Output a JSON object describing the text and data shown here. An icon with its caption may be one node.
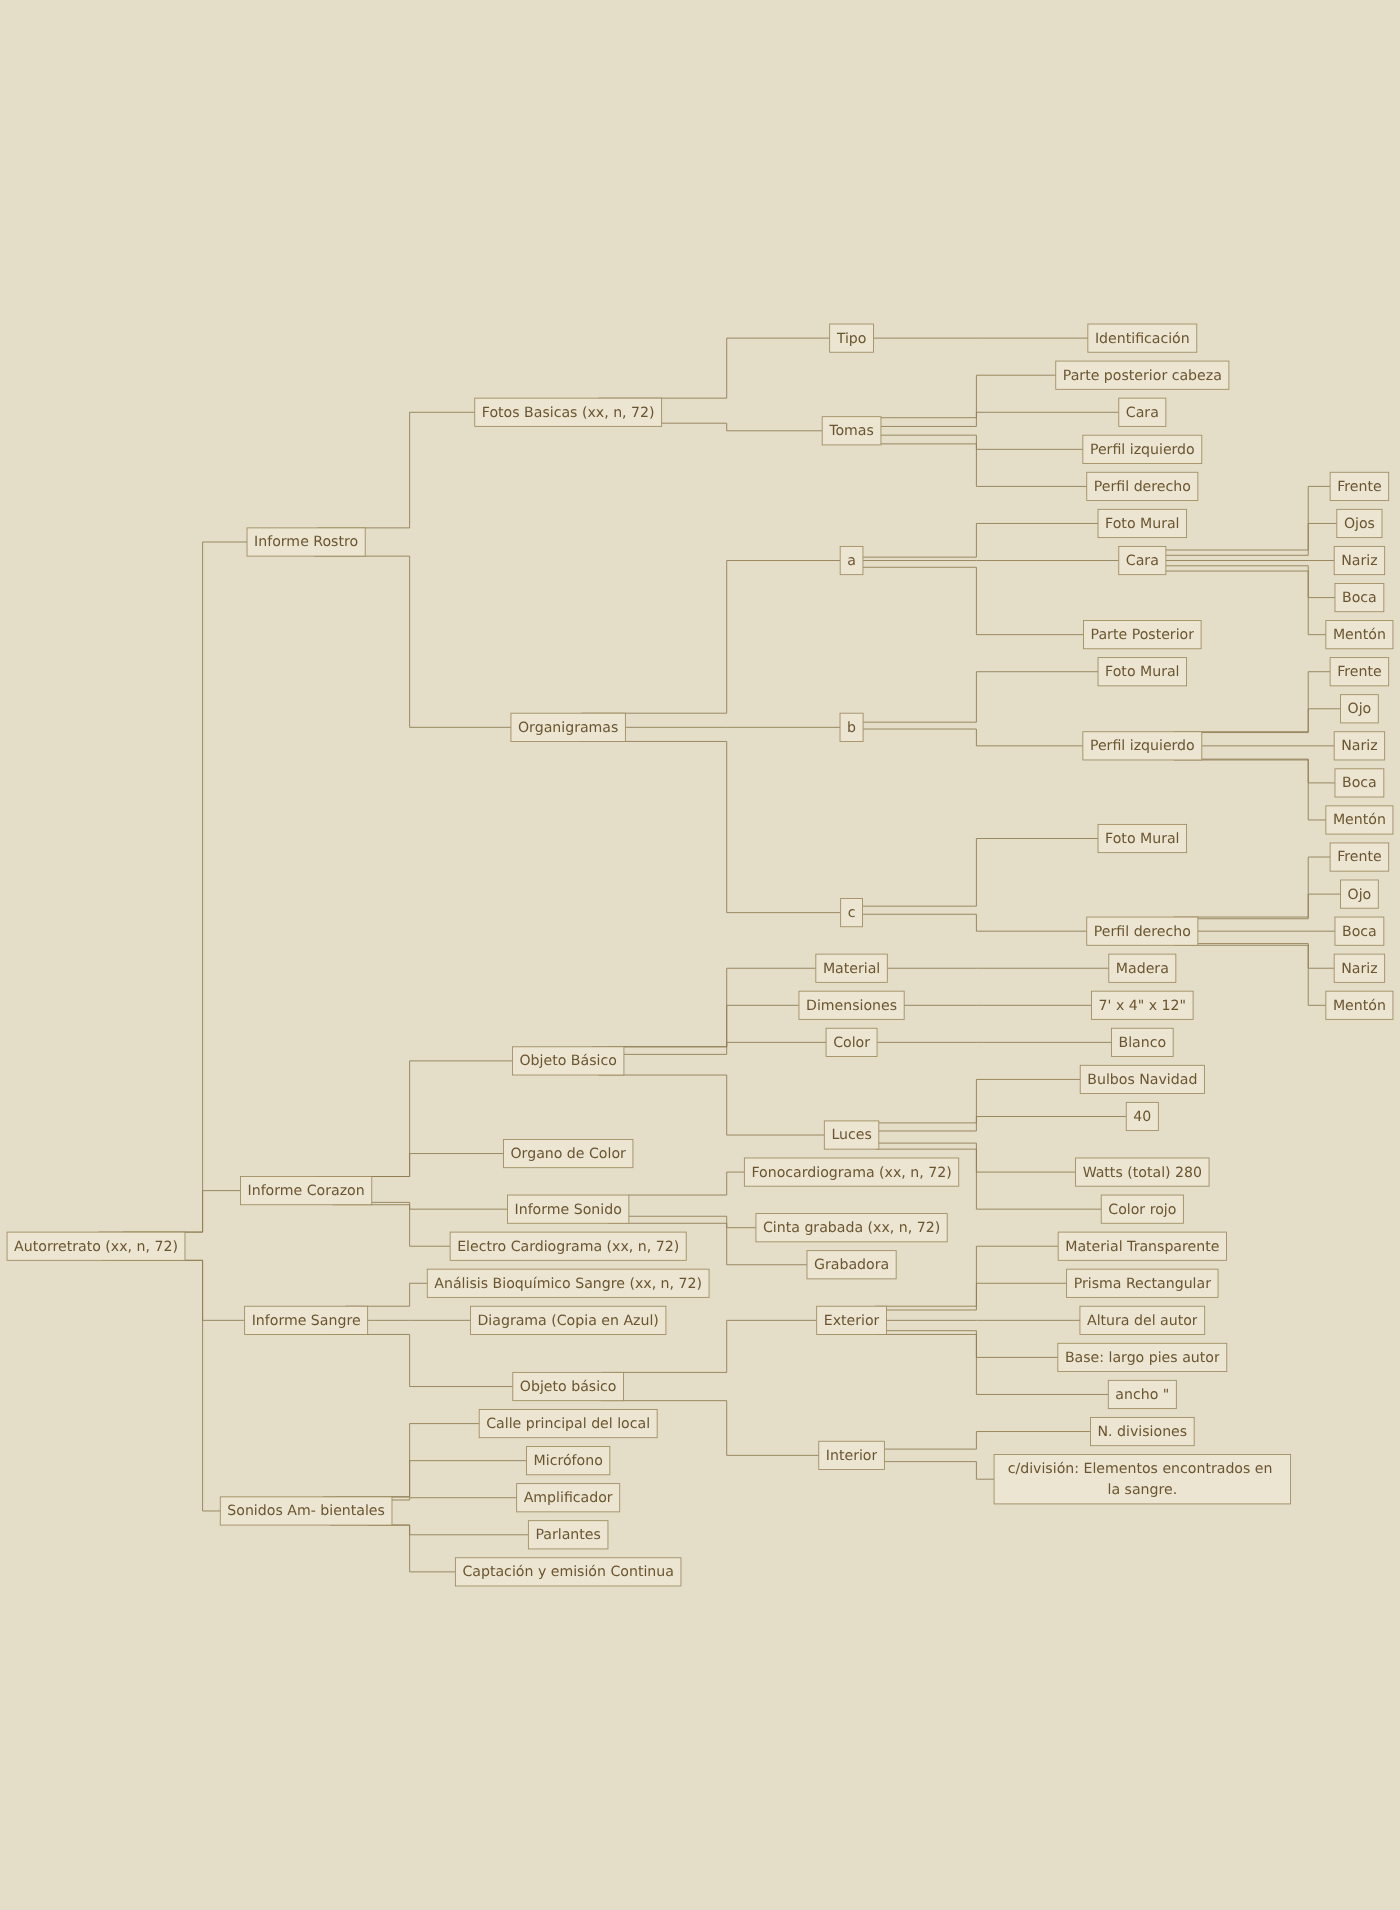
{
  "diagram": {
    "nodes": [
      {
        "text": [
          "Autorretrato (xx, n, 72)"
        ]
      },
      {
        "text": [
          "Informe Rostro"
        ]
      },
      {
        "text": [
          "Fotos Basicas (xx, n, 72)"
        ]
      },
      {
        "text": [
          "Tipo"
        ]
      },
      {
        "text": [
          "Identificación"
        ]
      },
      {
        "text": [
          "Tomas"
        ]
      },
      {
        "text": [
          "Parte posterior cabeza"
        ]
      },
      {
        "text": [
          "Cara"
        ]
      },
      {
        "text": [
          "Perfil izquierdo"
        ]
      },
      {
        "text": [
          "Perfil derecho"
        ]
      },
      {
        "text": [
          "Organigramas"
        ]
      },
      {
        "text": [
          "a"
        ]
      },
      {
        "text": [
          "Foto Mural"
        ]
      },
      {
        "text": [
          "Cara"
        ]
      },
      {
        "text": [
          "Frente"
        ]
      },
      {
        "text": [
          "Ojos"
        ]
      },
      {
        "text": [
          "Nariz"
        ]
      },
      {
        "text": [
          "Boca"
        ]
      },
      {
        "text": [
          "Mentón"
        ]
      },
      {
        "text": [
          "Parte Posterior"
        ]
      },
      {
        "text": [
          "b"
        ]
      },
      {
        "text": [
          "Foto Mural"
        ]
      },
      {
        "text": [
          "Perfil izquierdo"
        ]
      },
      {
        "text": [
          "Frente"
        ]
      },
      {
        "text": [
          "Ojo"
        ]
      },
      {
        "text": [
          "Nariz"
        ]
      },
      {
        "text": [
          "Boca"
        ]
      },
      {
        "text": [
          "Mentón"
        ]
      },
      {
        "text": [
          "c"
        ]
      },
      {
        "text": [
          "Foto Mural"
        ]
      },
      {
        "text": [
          "Perfil derecho"
        ]
      },
      {
        "text": [
          "Frente"
        ]
      },
      {
        "text": [
          "Ojo"
        ]
      },
      {
        "text": [
          "Boca"
        ]
      },
      {
        "text": [
          "Nariz"
        ]
      },
      {
        "text": [
          "Mentón"
        ]
      },
      {
        "text": [
          "Informe Corazon"
        ]
      },
      {
        "text": [
          "Objeto Básico"
        ]
      },
      {
        "text": [
          "Material"
        ]
      },
      {
        "text": [
          "Madera"
        ]
      },
      {
        "text": [
          "Dimensiones"
        ]
      },
      {
        "text": [
          "7' x 4\" x 12\""
        ]
      },
      {
        "text": [
          "Color"
        ]
      },
      {
        "text": [
          "Blanco"
        ]
      },
      {
        "text": [
          "Luces"
        ]
      },
      {
        "text": [
          "Bulbos Navidad"
        ]
      },
      {
        "text": [
          "40"
        ]
      },
      {
        "text": [
          "Watts (total) 280"
        ]
      },
      {
        "text": [
          "Color rojo"
        ]
      },
      {
        "text": [
          "Organo de Color"
        ]
      },
      {
        "text": [
          "Informe Sonido"
        ]
      },
      {
        "text": [
          "Fonocardiograma (xx, n, 72)"
        ]
      },
      {
        "text": [
          "Cinta grabada (xx, n, 72)"
        ]
      },
      {
        "text": [
          "Grabadora"
        ]
      },
      {
        "text": [
          "Electro Cardiograma (xx, n, 72)"
        ]
      },
      {
        "text": [
          "Informe Sangre"
        ]
      },
      {
        "text": [
          "Análisis Bioquímico Sangre (xx, n, 72)"
        ]
      },
      {
        "text": [
          "Diagrama (Copia en Azul)"
        ]
      },
      {
        "text": [
          "Objeto básico"
        ]
      },
      {
        "text": [
          "Exterior"
        ]
      },
      {
        "text": [
          "Material Transparente"
        ]
      },
      {
        "text": [
          "Prisma Rectangular"
        ]
      },
      {
        "text": [
          "Altura del autor"
        ]
      },
      {
        "text": [
          "Base: largo pies autor"
        ]
      },
      {
        "text": [
          "ancho \""
        ]
      },
      {
        "text": [
          "Interior"
        ]
      },
      {
        "text": [
          "N. divisiones"
        ]
      },
      {
        "text": [
          "c/división: Elementos encontrados en la sangre."
        ]
      },
      {
        "text": [
          "Sonidos Am- bientales"
        ]
      },
      {
        "text": [
          "Calle principal del local"
        ]
      },
      {
        "text": [
          "Micrófono"
        ]
      },
      {
        "text": [
          "Amplificador"
        ]
      },
      {
        "text": [
          "Parlantes"
        ]
      },
      {
        "text": [
          "Captación y emisión Continua"
        ]
      }
    ],
    "edges": [
      {
        "from": 0,
        "to": 1,
        "arrow": "none"
      },
      {
        "from": 1,
        "to": 2,
        "arrow": "none"
      },
      {
        "from": 2,
        "to": 3,
        "arrow": "none"
      },
      {
        "from": 3,
        "to": 4,
        "arrow": "none"
      },
      {
        "from": 2,
        "to": 5,
        "arrow": "none"
      },
      {
        "from": 5,
        "to": 6,
        "arrow": "none"
      },
      {
        "from": 5,
        "to": 7,
        "arrow": "none"
      },
      {
        "from": 5,
        "to": 8,
        "arrow": "none"
      },
      {
        "from": 5,
        "to": 9,
        "arrow": "none"
      },
      {
        "from": 1,
        "to": 10,
        "arrow": "none"
      },
      {
        "from": 10,
        "to": 11,
        "arrow": "none"
      },
      {
        "from": 11,
        "to": 12,
        "arrow": "none"
      },
      {
        "from": 11,
        "to": 13,
        "arrow": "none"
      },
      {
        "from": 13,
        "to": 14,
        "arrow": "none"
      },
      {
        "from": 13,
        "to": 15,
        "arrow": "none"
      },
      {
        "from": 13,
        "to": 16,
        "arrow": "none"
      },
      {
        "from": 13,
        "to": 17,
        "arrow": "none"
      },
      {
        "from": 13,
        "to": 18,
        "arrow": "none"
      },
      {
        "from": 11,
        "to": 19,
        "arrow": "none"
      },
      {
        "from": 10,
        "to": 20,
        "arrow": "none"
      },
      {
        "from": 20,
        "to": 21,
        "arrow": "none"
      },
      {
        "from": 20,
        "to": 22,
        "arrow": "none"
      },
      {
        "from": 22,
        "to": 23,
        "arrow": "none"
      },
      {
        "from": 22,
        "to": 24,
        "arrow": "none"
      },
      {
        "from": 22,
        "to": 25,
        "arrow": "none"
      },
      {
        "from": 22,
        "to": 26,
        "arrow": "none"
      },
      {
        "from": 22,
        "to": 27,
        "arrow": "none"
      },
      {
        "from": 10,
        "to": 28,
        "arrow": "none"
      },
      {
        "from": 28,
        "to": 29,
        "arrow": "none"
      },
      {
        "from": 28,
        "to": 30,
        "arrow": "none"
      },
      {
        "from": 30,
        "to": 31,
        "arrow": "none"
      },
      {
        "from": 30,
        "to": 32,
        "arrow": "none"
      },
      {
        "from": 30,
        "to": 33,
        "arrow": "none"
      },
      {
        "from": 30,
        "to": 34,
        "arrow": "none"
      },
      {
        "from": 30,
        "to": 35,
        "arrow": "none"
      },
      {
        "from": 0,
        "to": 36,
        "arrow": "none"
      },
      {
        "from": 36,
        "to": 37,
        "arrow": "none"
      },
      {
        "from": 37,
        "to": 38,
        "arrow": "none"
      },
      {
        "from": 38,
        "to": 39,
        "arrow": "none"
      },
      {
        "from": 37,
        "to": 40,
        "arrow": "none"
      },
      {
        "from": 40,
        "to": 41,
        "arrow": "none"
      },
      {
        "from": 37,
        "to": 42,
        "arrow": "none"
      },
      {
        "from": 42,
        "to": 43,
        "arrow": "none"
      },
      {
        "from": 37,
        "to": 44,
        "arrow": "none"
      },
      {
        "from": 44,
        "to": 45,
        "arrow": "none"
      },
      {
        "from": 44,
        "to": 46,
        "arrow": "none"
      },
      {
        "from": 44,
        "to": 47,
        "arrow": "none"
      },
      {
        "from": 44,
        "to": 48,
        "arrow": "none"
      },
      {
        "from": 36,
        "to": 49,
        "arrow": "none"
      },
      {
        "from": 36,
        "to": 50,
        "arrow": "none"
      },
      {
        "from": 50,
        "to": 51,
        "arrow": "none"
      },
      {
        "from": 50,
        "to": 52,
        "arrow": "none"
      },
      {
        "from": 50,
        "to": 53,
        "arrow": "none"
      },
      {
        "from": 36,
        "to": 54,
        "arrow": "none"
      },
      {
        "from": 0,
        "to": 55,
        "arrow": "none"
      },
      {
        "from": 55,
        "to": 56,
        "arrow": "none"
      },
      {
        "from": 55,
        "to": 57,
        "arrow": "none"
      },
      {
        "from": 55,
        "to": 58,
        "arrow": "none"
      },
      {
        "from": 58,
        "to": 59,
        "arrow": "none"
      },
      {
        "from": 59,
        "to": 60,
        "arrow": "none"
      },
      {
        "from": 59,
        "to": 61,
        "arrow": "none"
      },
      {
        "from": 59,
        "to": 62,
        "arrow": "none"
      },
      {
        "from": 59,
        "to": 63,
        "arrow": "none"
      },
      {
        "from": 59,
        "to": 64,
        "arrow": "none"
      },
      {
        "from": 58,
        "to": 65,
        "arrow": "none"
      },
      {
        "from": 65,
        "to": 66,
        "arrow": "none"
      },
      {
        "from": 65,
        "to": 67,
        "arrow": "none"
      },
      {
        "from": 0,
        "to": 68,
        "arrow": "none"
      },
      {
        "from": 68,
        "to": 69,
        "arrow": "none"
      },
      {
        "from": 68,
        "to": 70,
        "arrow": "none"
      },
      {
        "from": 68,
        "to": 71,
        "arrow": "none"
      },
      {
        "from": 68,
        "to": 72,
        "arrow": "none"
      },
      {
        "from": 68,
        "to": 73,
        "arrow": "none"
      }
    ]
  }
}
